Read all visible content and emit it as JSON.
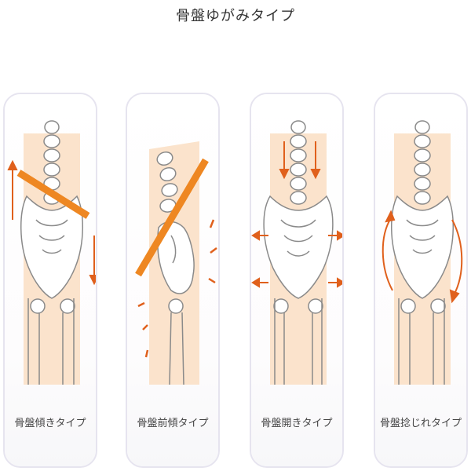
{
  "title": "骨盤ゆがみタイプ",
  "colors": {
    "skin": "#fbe3cc",
    "bone_fill": "#ffffff",
    "bone_stroke": "#8a8a8a",
    "accent": "#ee8722",
    "arrow": "#e0601c",
    "card_border": "#e6e4ef"
  },
  "types": [
    {
      "label": "骨盤傾きタイプ",
      "icon": "pelvis-tilt-diagram"
    },
    {
      "label": "骨盤前傾タイプ",
      "icon": "pelvis-anterior-tilt-diagram"
    },
    {
      "label": "骨盤開きタイプ",
      "icon": "pelvis-open-diagram"
    },
    {
      "label": "骨盤捻じれタイプ",
      "icon": "pelvis-twist-diagram"
    }
  ]
}
